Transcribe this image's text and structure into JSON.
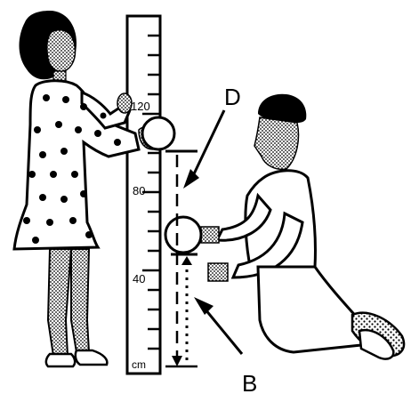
{
  "ruler": {
    "unit": "cm",
    "ticks": [
      "120",
      "80",
      "40"
    ]
  },
  "labels": {
    "d": "D",
    "b": "B"
  }
}
